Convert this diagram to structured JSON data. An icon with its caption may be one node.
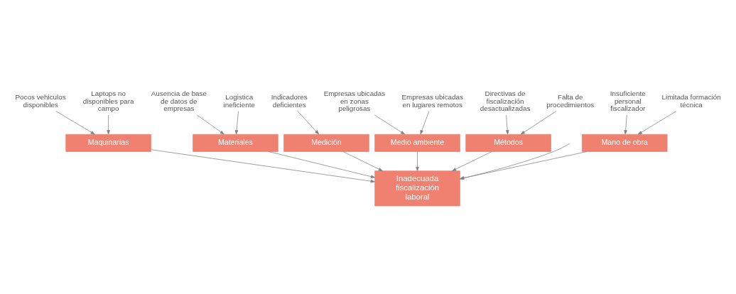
{
  "diagram": {
    "nodes": [
      {
        "text": [
          "Mano de obra"
        ]
      },
      {
        "text": [
          "Maquinarias"
        ]
      },
      {
        "text": [
          "Materiales"
        ]
      },
      {
        "text": [
          "Insuficiente personal fiscalizador"
        ]
      },
      {
        "text": [
          "Pocos vehiculos disponibles"
        ]
      },
      {
        "text": [
          "Ausencia de base de datos de empresas"
        ]
      },
      {
        "text": [
          "Limitada formación técnica"
        ]
      },
      {
        "text": [
          "Laptops no disponibles para campo"
        ]
      },
      {
        "text": [
          "Logistica ineficiente"
        ]
      },
      {
        "text": [
          "Inadecuada fiscalización laboral"
        ]
      },
      {
        "text": [
          "Empresas ubicadas en zonas peligrosas"
        ]
      },
      {
        "text": [
          "Directivas de fiscalización desactualizadas"
        ]
      },
      {
        "text": [
          "Indicadores deficientes"
        ]
      },
      {
        "text": [
          "Empresas ubicadas en lugares remotos"
        ]
      },
      {
        "text": [
          "Falta de procedimientos"
        ]
      },
      {
        "text": [
          "Medición"
        ]
      },
      {
        "text": [
          "Medio ambiente"
        ]
      },
      {
        "text": [
          "Métodos"
        ]
      }
    ],
    "edges": [
      {
        "from": 3,
        "to": 0,
        "arrow": "to"
      },
      {
        "from": 6,
        "to": 0,
        "arrow": "to"
      },
      {
        "from": 4,
        "to": 1,
        "arrow": "to"
      },
      {
        "from": 7,
        "to": 1,
        "arrow": "to"
      },
      {
        "from": 5,
        "to": 2,
        "arrow": "to"
      },
      {
        "from": 8,
        "to": 2,
        "arrow": "to"
      },
      {
        "from": 12,
        "to": 15,
        "arrow": "to"
      },
      {
        "from": 10,
        "to": 16,
        "arrow": "to"
      },
      {
        "from": 13,
        "to": 16,
        "arrow": "to"
      },
      {
        "from": 11,
        "to": 17,
        "arrow": "to"
      },
      {
        "from": 14,
        "to": 17,
        "arrow": "to"
      },
      {
        "from": 0,
        "to": 9,
        "arrow": "to"
      },
      {
        "from": 1,
        "to": 9,
        "arrow": "to"
      },
      {
        "from": 2,
        "to": 9,
        "arrow": "to"
      },
      {
        "from": 15,
        "to": 9,
        "arrow": "to"
      },
      {
        "from": 16,
        "to": 9,
        "arrow": "to"
      },
      {
        "from": 17,
        "to": 9,
        "arrow": "to"
      },
      {
        "from": null,
        "to": 9,
        "arrow": "to"
      }
    ]
  }
}
